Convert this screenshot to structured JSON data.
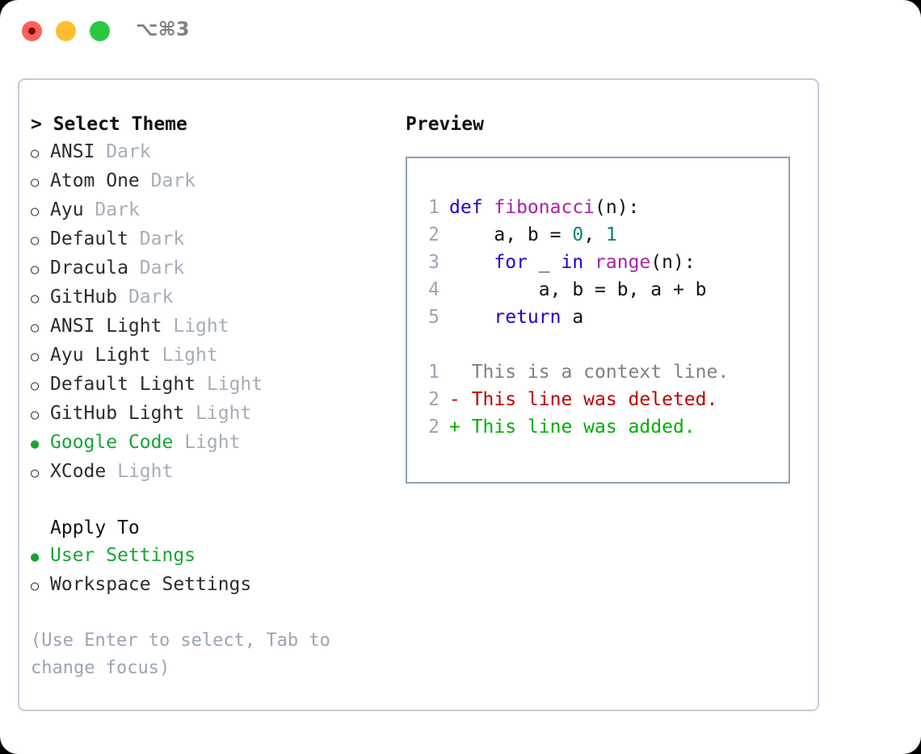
{
  "window": {
    "shortcut": "⌥⌘3",
    "traffic_lights": [
      {
        "name": "close",
        "color": "#ff6059"
      },
      {
        "name": "minimize",
        "color": "#ffbd2e"
      },
      {
        "name": "maximize",
        "color": "#28c840"
      }
    ]
  },
  "theme_picker": {
    "heading": "> Select Theme",
    "selected_marker": "●",
    "unselected_marker": "○",
    "accent_color": "#16a534",
    "options": [
      {
        "name": "ANSI",
        "variant": "Dark",
        "selected": false
      },
      {
        "name": "Atom One",
        "variant": "Dark",
        "selected": false
      },
      {
        "name": "Ayu",
        "variant": "Dark",
        "selected": false
      },
      {
        "name": "Default",
        "variant": "Dark",
        "selected": false
      },
      {
        "name": "Dracula",
        "variant": "Dark",
        "selected": false
      },
      {
        "name": "GitHub",
        "variant": "Dark",
        "selected": false
      },
      {
        "name": "ANSI Light",
        "variant": "Light",
        "selected": false
      },
      {
        "name": "Ayu Light",
        "variant": "Light",
        "selected": false
      },
      {
        "name": "Default Light",
        "variant": "Light",
        "selected": false
      },
      {
        "name": "GitHub Light",
        "variant": "Light",
        "selected": false
      },
      {
        "name": "Google Code",
        "variant": "Light",
        "selected": true
      },
      {
        "name": "XCode",
        "variant": "Light",
        "selected": false
      }
    ]
  },
  "apply_to": {
    "heading": "Apply To",
    "options": [
      {
        "name": "User Settings",
        "selected": true
      },
      {
        "name": "Workspace Settings",
        "selected": false
      }
    ]
  },
  "hint": "(Use Enter to select, Tab to change focus)",
  "preview": {
    "title": "Preview",
    "code_lines": [
      {
        "number": "1",
        "tokens": [
          {
            "text": "def ",
            "kind": "kw"
          },
          {
            "text": "fibonacci",
            "kind": "fn"
          },
          {
            "text": "(n):",
            "kind": "plain"
          }
        ]
      },
      {
        "number": "2",
        "tokens": [
          {
            "text": "    a, b = ",
            "kind": "plain"
          },
          {
            "text": "0",
            "kind": "num"
          },
          {
            "text": ", ",
            "kind": "plain"
          },
          {
            "text": "1",
            "kind": "num"
          }
        ]
      },
      {
        "number": "3",
        "tokens": [
          {
            "text": "    ",
            "kind": "plain"
          },
          {
            "text": "for",
            "kind": "kw"
          },
          {
            "text": " _ ",
            "kind": "plain"
          },
          {
            "text": "in",
            "kind": "kw"
          },
          {
            "text": " ",
            "kind": "plain"
          },
          {
            "text": "range",
            "kind": "fn"
          },
          {
            "text": "(n):",
            "kind": "plain"
          }
        ]
      },
      {
        "number": "4",
        "tokens": [
          {
            "text": "        a, b = b, a + b",
            "kind": "plain"
          }
        ]
      },
      {
        "number": "5",
        "tokens": [
          {
            "text": "    ",
            "kind": "plain"
          },
          {
            "text": "return",
            "kind": "kw"
          },
          {
            "text": " a",
            "kind": "plain"
          }
        ]
      },
      {
        "number": "",
        "blank": true,
        "tokens": []
      },
      {
        "number": "1",
        "tokens": [
          {
            "text": "  This is a context line.",
            "kind": "ctx"
          }
        ]
      },
      {
        "number": "2",
        "tokens": [
          {
            "text": "- This line was deleted.",
            "kind": "del"
          }
        ]
      },
      {
        "number": "2",
        "tokens": [
          {
            "text": "+ This line was added.",
            "kind": "add"
          }
        ]
      }
    ]
  }
}
